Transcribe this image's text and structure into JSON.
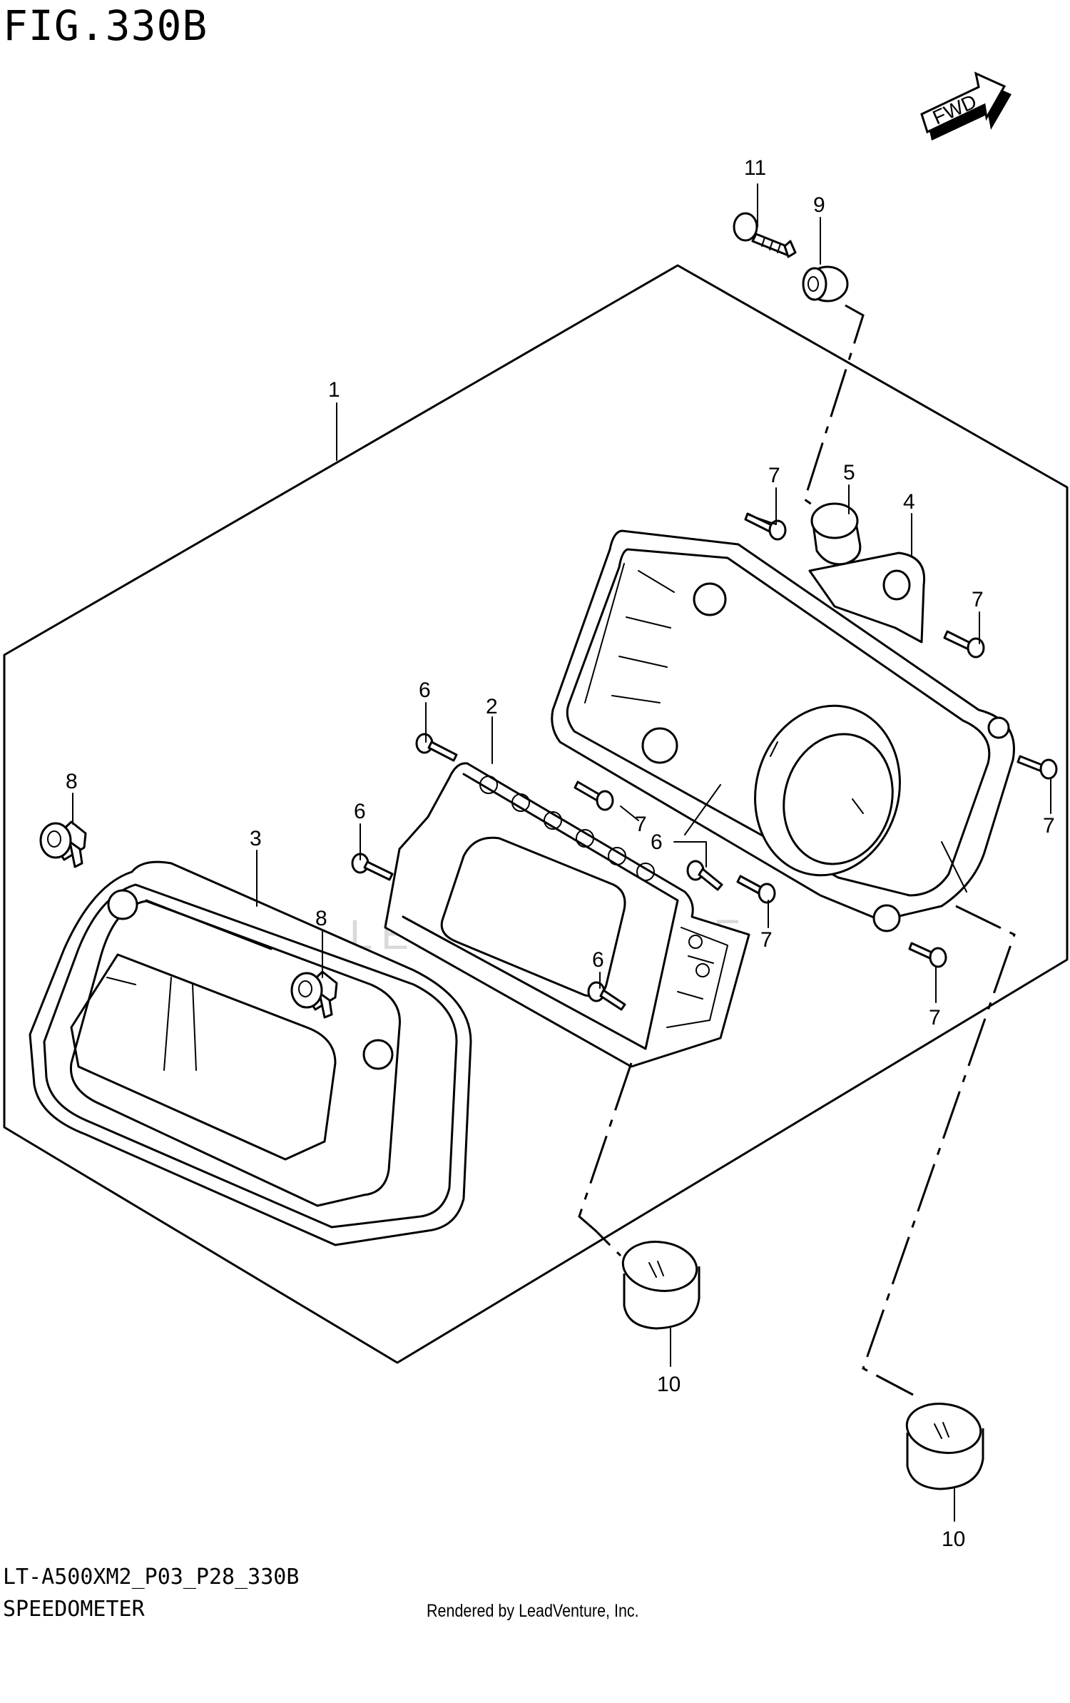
{
  "figure": {
    "title": "FIG.330B",
    "model_code": "LT-A500XM2_P03_P28_330B",
    "section": "SPEEDOMETER",
    "credit": "Rendered by LeadVenture, Inc.",
    "watermark": "LEADVENTURE",
    "fwd_label": "FWD"
  },
  "callouts": {
    "c1": "1",
    "c2": "2",
    "c3": "3",
    "c4": "4",
    "c5": "5",
    "c6a": "6",
    "c6b": "6",
    "c6c": "6",
    "c6d": "6",
    "c7a": "7",
    "c7b": "7",
    "c7c": "7",
    "c7d": "7",
    "c7e": "7",
    "c7f": "7",
    "c8a": "8",
    "c8b": "8",
    "c9": "9",
    "c10a": "10",
    "c10b": "10",
    "c11": "11"
  }
}
